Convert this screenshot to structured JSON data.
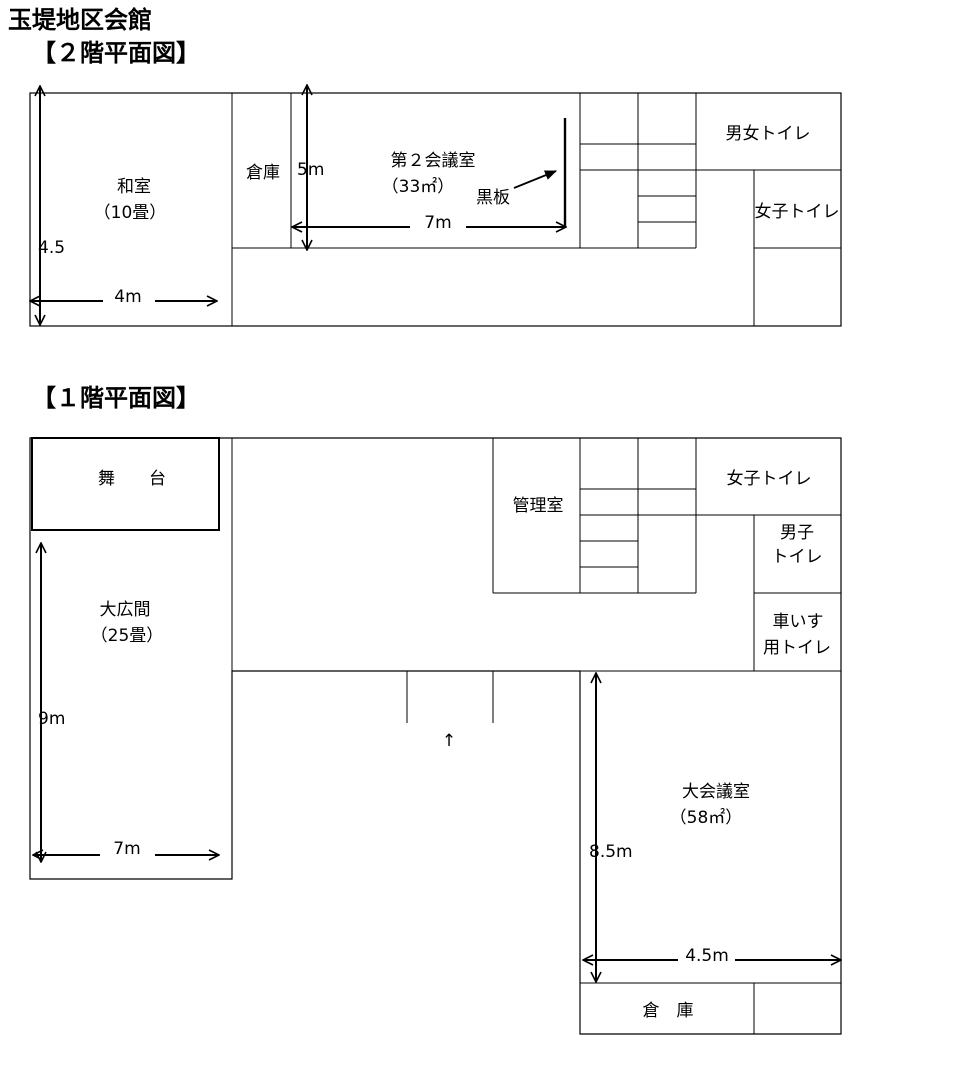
{
  "building_name": "玉堤地区会館",
  "floor2": {
    "heading": "【２階平面図】",
    "washitsu": "和室",
    "washitsu_size": "（10畳）",
    "storage": "倉庫",
    "meeting2": "第２会議室",
    "meeting2_area": "（33㎡）",
    "blackboard": "黒板",
    "toilet_unisex": "男女トイレ",
    "toilet_women": "女子トイレ",
    "dim_washitsu_h": "4.5",
    "dim_washitsu_w": "4m",
    "dim_meeting2_h": "5m",
    "dim_meeting2_w": "7m"
  },
  "floor1": {
    "heading": "【１階平面図】",
    "stage": "舞　　台",
    "hall": "大広間",
    "hall_size": "（25畳）",
    "office": "管理室",
    "toilet_women": "女子トイレ",
    "toilet_men_1": "男子",
    "toilet_men_2": "トイレ",
    "toilet_wheel_1": "車いす",
    "toilet_wheel_2": "用トイレ",
    "entrance_arrow": "↑",
    "meeting_large": "大会議室",
    "meeting_large_area": "（58㎡）",
    "storage": "倉　庫",
    "dim_hall_h": "9m",
    "dim_hall_w": "7m",
    "dim_meeting_h": "8.5m",
    "dim_meeting_w": "4.5m"
  }
}
